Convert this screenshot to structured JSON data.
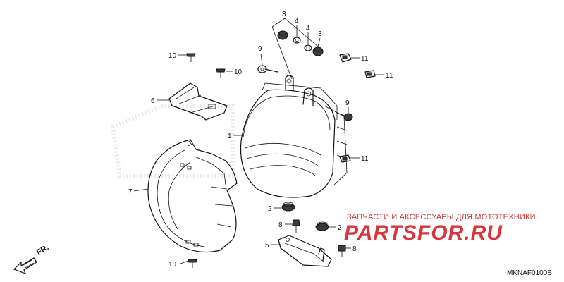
{
  "callouts": {
    "c1": "1",
    "c2a": "2",
    "c2b": "2",
    "c3a": "3",
    "c3b": "3",
    "c4a": "4",
    "c4b": "4",
    "c5": "5",
    "c6": "6",
    "c7": "7",
    "c8a": "8",
    "c8b": "8",
    "c9a": "9",
    "c9b": "9",
    "c10a": "10",
    "c10b": "10",
    "c10c": "10",
    "c11a": "11",
    "c11b": "11",
    "c11c": "11"
  },
  "watermark": {
    "caption": "ЗАПЧАСТИ И АКСЕССУАРЫ ДЛЯ МОТОТЕХНИКИ",
    "logo": "PARTSFOR.RU",
    "color": "#d7373c"
  },
  "direction_label": "FR.",
  "diagram_code": "MKNAF0100B"
}
